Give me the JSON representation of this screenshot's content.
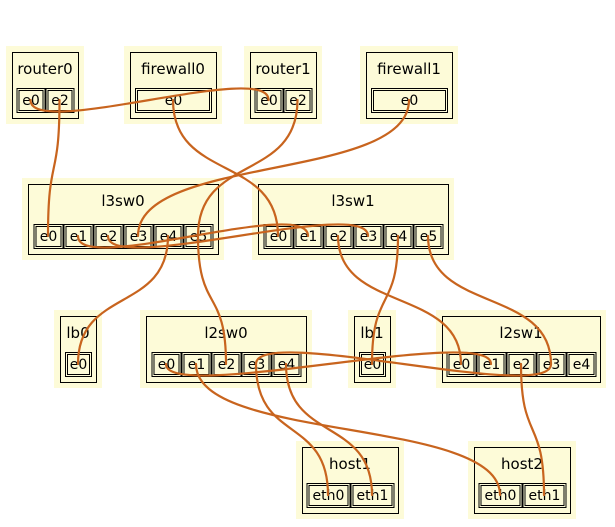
{
  "colors": {
    "link": "#c8641e",
    "glow": "#fdfbd8",
    "border": "#000000"
  },
  "nodes": [
    {
      "id": "router0",
      "label": "router0",
      "ports": [
        "e0",
        "e2"
      ]
    },
    {
      "id": "firewall0",
      "label": "firewall0",
      "ports": [
        "e0"
      ]
    },
    {
      "id": "router1",
      "label": "router1",
      "ports": [
        "e0",
        "e2"
      ]
    },
    {
      "id": "firewall1",
      "label": "firewall1",
      "ports": [
        "e0"
      ]
    },
    {
      "id": "l3sw0",
      "label": "l3sw0",
      "ports": [
        "e0",
        "e1",
        "e2",
        "e3",
        "e4",
        "e5"
      ]
    },
    {
      "id": "l3sw1",
      "label": "l3sw1",
      "ports": [
        "e0",
        "e1",
        "e2",
        "e3",
        "e4",
        "e5"
      ]
    },
    {
      "id": "lb0",
      "label": "lb0",
      "ports": [
        "e0"
      ]
    },
    {
      "id": "l2sw0",
      "label": "l2sw0",
      "ports": [
        "e0",
        "e1",
        "e2",
        "e3",
        "e4"
      ]
    },
    {
      "id": "lb1",
      "label": "lb1",
      "ports": [
        "e0"
      ]
    },
    {
      "id": "l2sw1",
      "label": "l2sw1",
      "ports": [
        "e0",
        "e1",
        "e2",
        "e3",
        "e4"
      ]
    },
    {
      "id": "host1",
      "label": "host1",
      "ports": [
        "eth0",
        "eth1"
      ]
    },
    {
      "id": "host2",
      "label": "host2",
      "ports": [
        "eth0",
        "eth1"
      ]
    }
  ],
  "links": [
    {
      "from": "router0.e0",
      "to": "router1.e0"
    },
    {
      "from": "router0.e2",
      "to": "l3sw0.e0"
    },
    {
      "from": "router1.e2",
      "to": "l3sw0.e5"
    },
    {
      "from": "firewall0.e0",
      "to": "l3sw1.e0"
    },
    {
      "from": "firewall1.e0",
      "to": "l3sw0.e3"
    },
    {
      "from": "l3sw0.e1",
      "to": "l3sw1.e1"
    },
    {
      "from": "l3sw0.e2",
      "to": "l3sw1.e3"
    },
    {
      "from": "l3sw0.e4",
      "to": "lb0.e0"
    },
    {
      "from": "l3sw0.e5",
      "to": "l2sw0.e2"
    },
    {
      "from": "l3sw1.e2",
      "to": "l2sw1.e0"
    },
    {
      "from": "l3sw1.e4",
      "to": "lb1.e0"
    },
    {
      "from": "l3sw1.e5",
      "to": "l2sw1.e3"
    },
    {
      "from": "l2sw0.e0",
      "to": "l2sw1.e1"
    },
    {
      "from": "l2sw0.e1",
      "to": "host2.eth0"
    },
    {
      "from": "l2sw0.e3",
      "to": "host1.eth0"
    },
    {
      "from": "l2sw0.e4",
      "to": "host1.eth1"
    },
    {
      "from": "l2sw1.e3",
      "to": "l2sw0.e3"
    },
    {
      "from": "l2sw1.e2",
      "to": "host2.eth1"
    }
  ]
}
